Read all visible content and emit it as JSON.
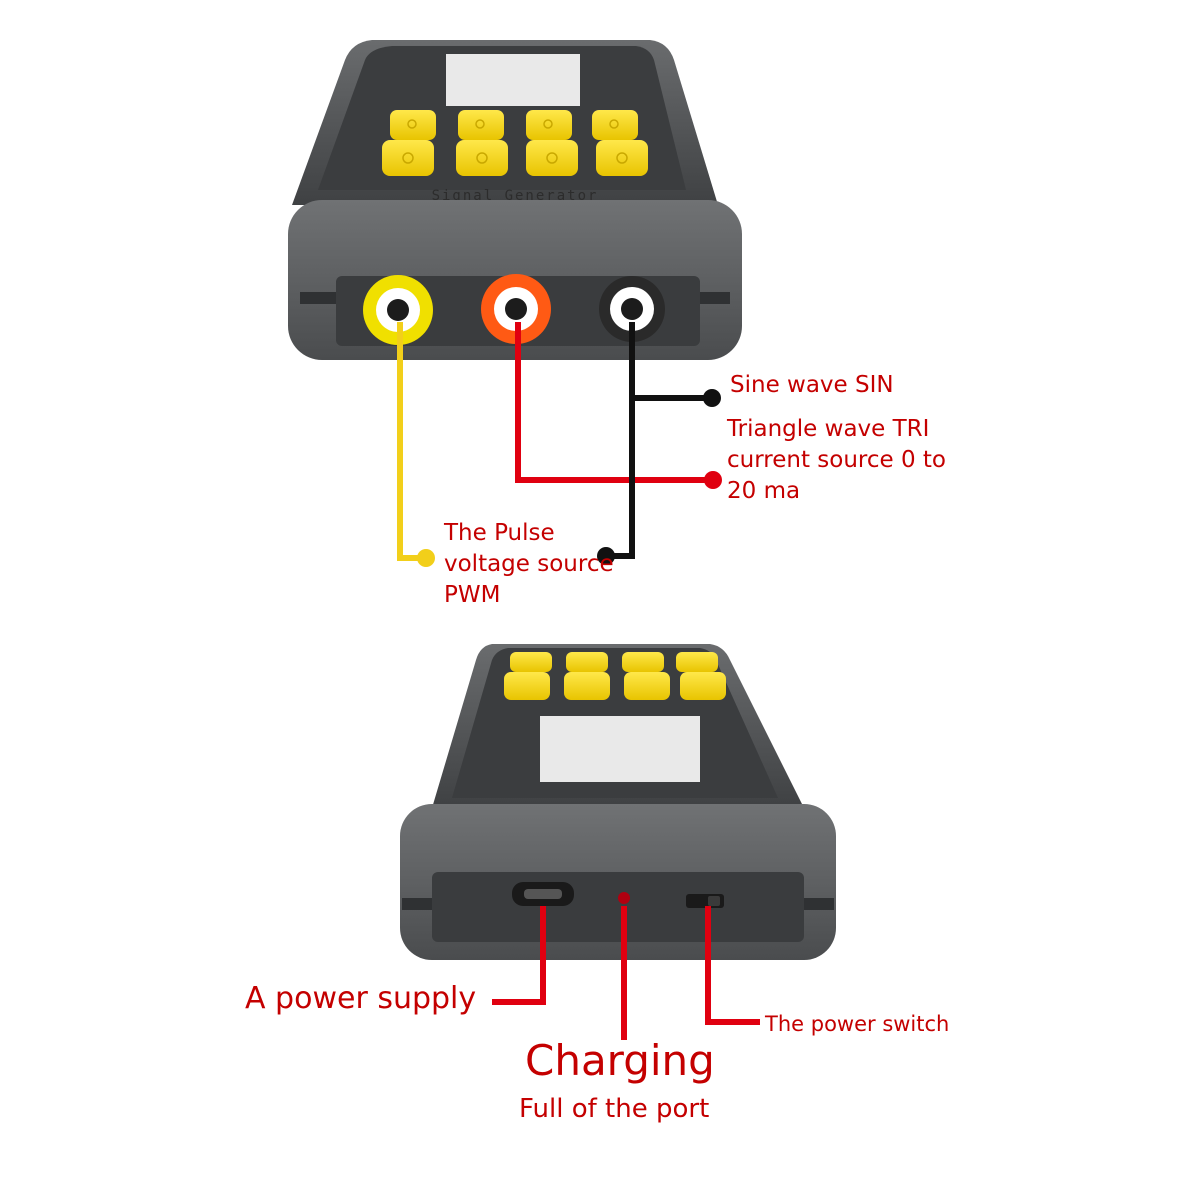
{
  "device": {
    "model_label": "Signal Generator",
    "key_colors": {
      "key": "#f2d411",
      "body": "#5a5c5e",
      "screen": "#e9e9e9"
    }
  },
  "top_view": {
    "ports": [
      {
        "color": "#f0e000",
        "label": "The Pulse voltage source PWM"
      },
      {
        "color": "#ff5a14",
        "label": "Triangle wave TRI current source 0 to 20 ma"
      },
      {
        "color": "#2a2a2a",
        "label": "Sine wave SIN"
      }
    ],
    "labels": {
      "sine": "Sine wave SIN",
      "triangle": "Triangle wave TRI current source 0 to 20 ma",
      "pulse": "The Pulse voltage source PWM"
    }
  },
  "bottom_view": {
    "labels": {
      "power_supply": "A power supply",
      "power_switch": "The power switch",
      "charging": "Charging",
      "charging_sub": "Full of the port"
    }
  },
  "colors": {
    "annotation_text": "#c40000",
    "wire_red": "#e00010",
    "wire_black": "#111111",
    "wire_yellow": "#f2cf1a"
  }
}
